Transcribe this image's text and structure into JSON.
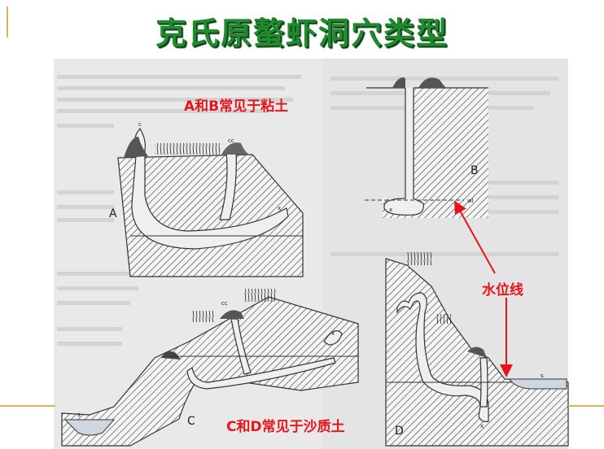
{
  "title": "克氏原螯虾洞穴类型",
  "annotations": {
    "ab_soil": "A和B常见于粘土",
    "cd_soil": "C和D常见于沙质土",
    "water_line": "水位线"
  },
  "figure_labels": {
    "a": "A",
    "b": "B",
    "c": "C",
    "d": "D",
    "chimney_c": "c",
    "chimney_cc_a": "cc",
    "chimney_cc_c": "cc",
    "chamber_x": "x",
    "water_level_wl": "wl",
    "stream_s": "s"
  },
  "colors": {
    "title_green": "#1f8a2e",
    "annotation_red": "#e8141b",
    "accent_gold": "#d9b44a"
  }
}
